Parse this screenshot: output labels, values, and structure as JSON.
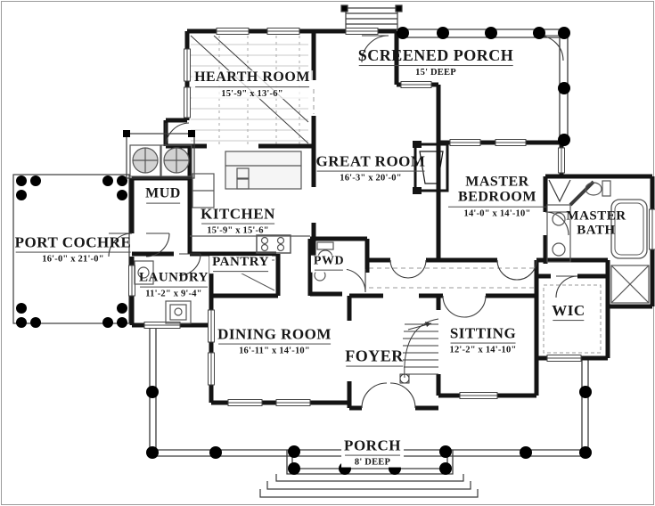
{
  "rooms": [
    {
      "id": "hearth-room",
      "name": "HEARTH ROOM",
      "dims": "15'-9\" x 13'-6\""
    },
    {
      "id": "screened-porch",
      "name": "SCREENED PORCH",
      "dims": "15' DEEP"
    },
    {
      "id": "great-room",
      "name": "GREAT ROOM",
      "dims": "16'-3\" x 20'-0\""
    },
    {
      "id": "master-bedroom",
      "name": "MASTER BEDROOM",
      "dims": "14'-0\" x 14'-10\""
    },
    {
      "id": "master-bath",
      "name": "MASTER BATH"
    },
    {
      "id": "mud",
      "name": "MUD"
    },
    {
      "id": "kitchen",
      "name": "KITCHEN",
      "dims": "15'-9\" x 15'-6\""
    },
    {
      "id": "port-cochre",
      "name": "PORT COCHRE",
      "dims": "16'-0\" x 21'-0\""
    },
    {
      "id": "laundry",
      "name": "LAUNDRY",
      "dims": "11'-2\" x 9'-4\""
    },
    {
      "id": "pantry",
      "name": "PANTRY"
    },
    {
      "id": "pwd",
      "name": "PWD"
    },
    {
      "id": "dining-room",
      "name": "DINING ROOM",
      "dims": "16'-11\" x 14'-10\""
    },
    {
      "id": "foyer",
      "name": "FOYER"
    },
    {
      "id": "sitting",
      "name": "SITTING",
      "dims": "12'-2\" x 14'-10\""
    },
    {
      "id": "wic",
      "name": "WIC"
    },
    {
      "id": "porch",
      "name": "PORCH",
      "dims": "8' DEEP"
    }
  ],
  "colors": {
    "wall": "#141414",
    "thin_line": "#3a3a3a",
    "hatch": "#c9c9c9",
    "column": "#000000",
    "background": "#ffffff"
  }
}
